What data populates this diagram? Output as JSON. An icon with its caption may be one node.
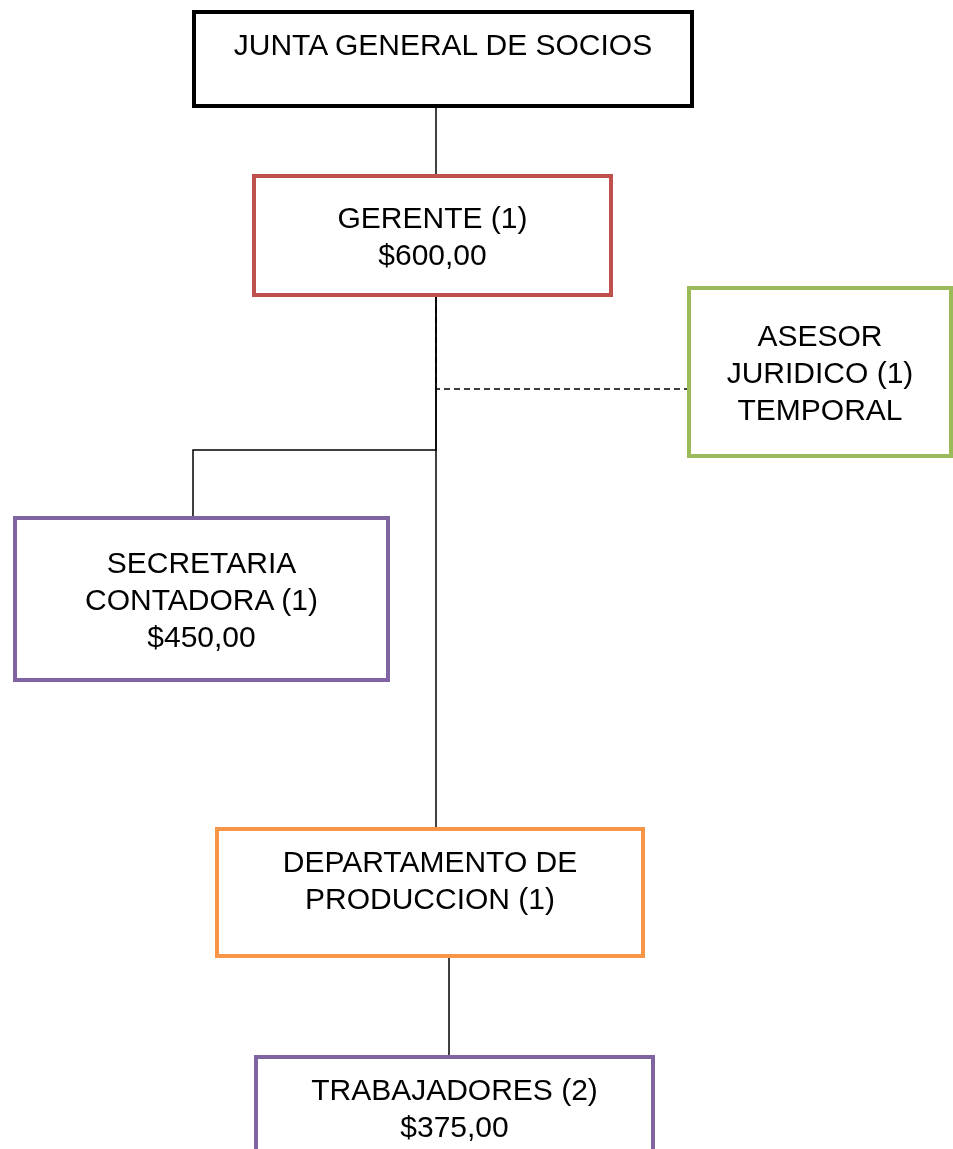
{
  "diagram": {
    "nodes": [
      {
        "text": [
          "JUNTA GENERAL DE SOCIOS"
        ]
      },
      {
        "text": [
          "GERENTE (1)",
          "$600,00"
        ]
      },
      {
        "text": [
          "ASESOR JURIDICO (1) TEMPORAL"
        ]
      },
      {
        "text": [
          "SECRETARIA CONTADORA (1)",
          "$450,00"
        ]
      },
      {
        "text": [
          "DEPARTAMENTO DE PRODUCCION (1)"
        ]
      },
      {
        "text": [
          "TRABAJADORES (2)",
          "$375,00"
        ]
      }
    ],
    "edges": [
      {
        "from": 0,
        "to": 1,
        "arrow": "none"
      },
      {
        "from": 1,
        "to": 2,
        "arrow": "none",
        "style": "dashed"
      },
      {
        "from": 1,
        "to": 3,
        "arrow": "none"
      },
      {
        "from": 1,
        "to": 4,
        "arrow": "none"
      },
      {
        "from": 4,
        "to": 5,
        "arrow": "none"
      }
    ]
  }
}
